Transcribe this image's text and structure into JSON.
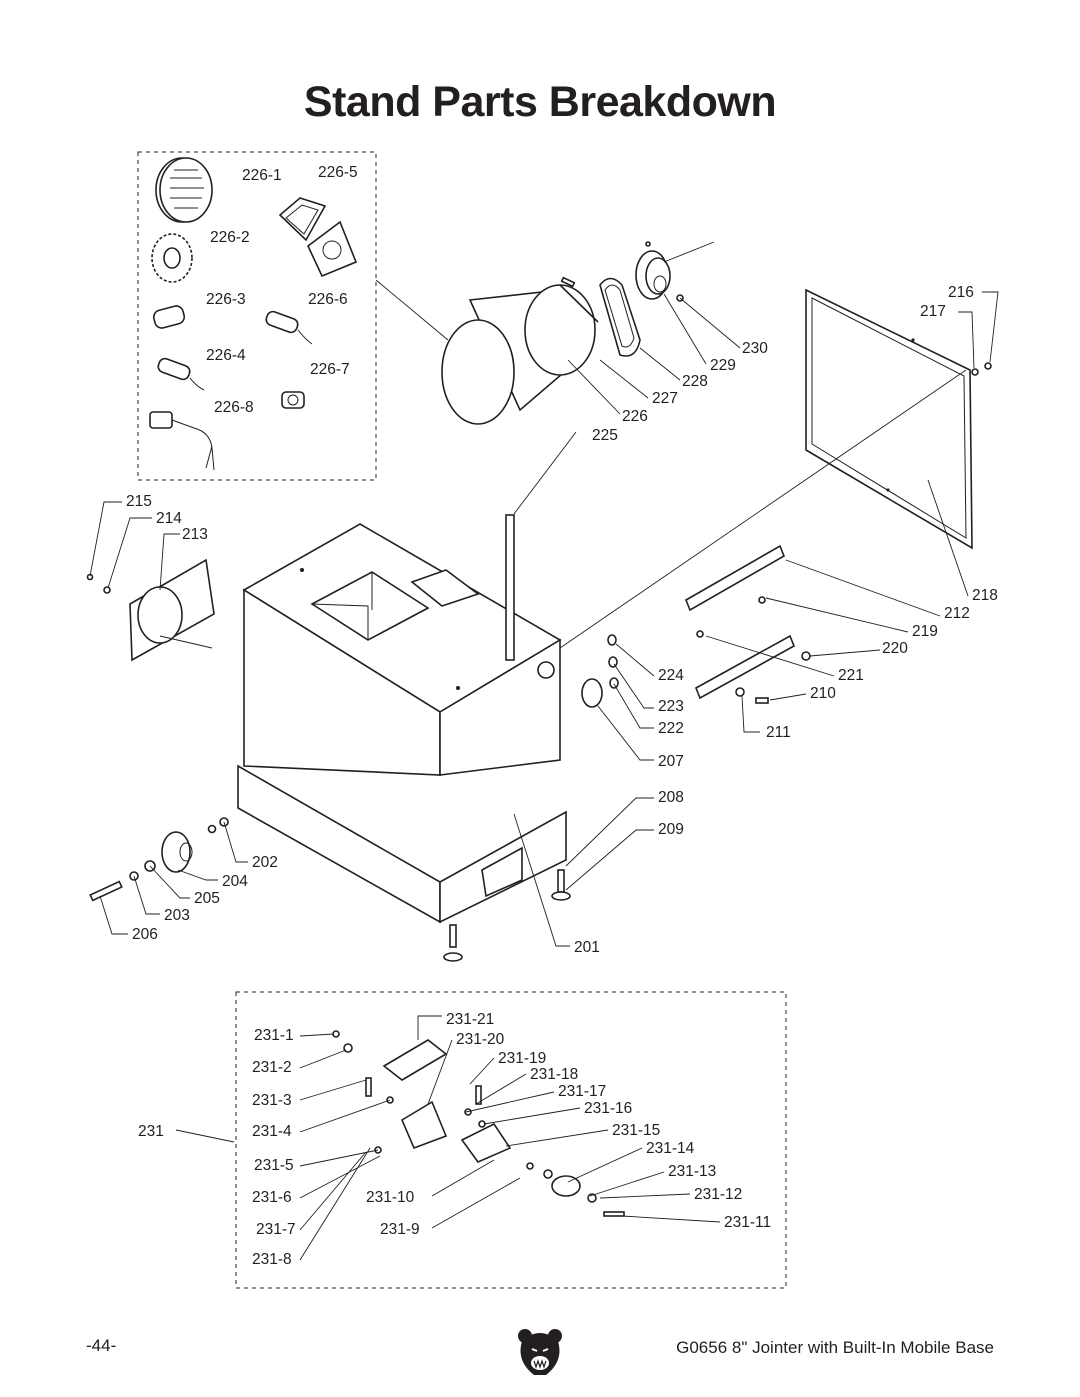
{
  "title": "Stand Parts Breakdown",
  "footer": {
    "page_number": "-44-",
    "manual_title": "G0656 8\" Jointer with Built-In Mobile Base"
  },
  "logo": {
    "icon": "bear-head-logo"
  },
  "labels": {
    "p226_1": "226-1",
    "p226_2": "226-2",
    "p226_3": "226-3",
    "p226_4": "226-4",
    "p226_5": "226-5",
    "p226_6": "226-6",
    "p226_7": "226-7",
    "p226_8": "226-8",
    "p201": "201",
    "p202": "202",
    "p203": "203",
    "p204": "204",
    "p205": "205",
    "p206": "206",
    "p207": "207",
    "p208": "208",
    "p209": "209",
    "p210": "210",
    "p211": "211",
    "p212": "212",
    "p213": "213",
    "p214": "214",
    "p215": "215",
    "p216": "216",
    "p217": "217",
    "p218": "218",
    "p219": "219",
    "p220": "220",
    "p221": "221",
    "p222": "222",
    "p223": "223",
    "p224": "224",
    "p225": "225",
    "p226": "226",
    "p227": "227",
    "p228": "228",
    "p229": "229",
    "p230": "230",
    "p231": "231",
    "p231_1": "231-1",
    "p231_2": "231-2",
    "p231_3": "231-3",
    "p231_4": "231-4",
    "p231_5": "231-5",
    "p231_6": "231-6",
    "p231_7": "231-7",
    "p231_8": "231-8",
    "p231_9": "231-9",
    "p231_10": "231-10",
    "p231_11": "231-11",
    "p231_12": "231-12",
    "p231_13": "231-13",
    "p231_14": "231-14",
    "p231_15": "231-15",
    "p231_16": "231-16",
    "p231_17": "231-17",
    "p231_18": "231-18",
    "p231_19": "231-19",
    "p231_20": "231-20",
    "p231_21": "231-21"
  }
}
